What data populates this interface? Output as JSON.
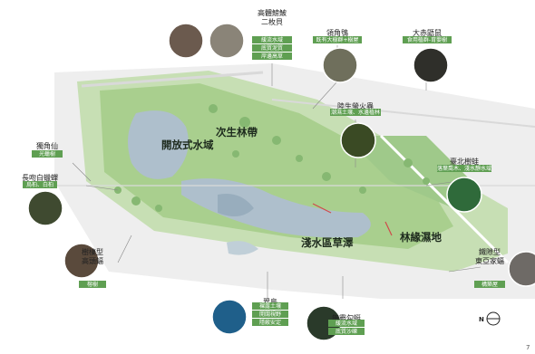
{
  "zones": {
    "open_water": "開放式水域",
    "secondary_forest": "次生林帶",
    "shallow_meadow": "淺水區草澤",
    "forest_wetland": "林緣濕地"
  },
  "species": [
    {
      "id": "heteronotia",
      "name_lines": [
        "高體鰟鮍",
        "二枚貝"
      ],
      "tags": [
        "緩流水域",
        "底質泥質",
        "岸邊高草"
      ],
      "icon": "fish-and-clam-photo"
    },
    {
      "id": "owl",
      "name_lines": [
        "領角鴞"
      ],
      "tags": [
        "既有大樹群+樹屋"
      ],
      "icon": "owl-photo"
    },
    {
      "id": "squirrel",
      "name_lines": [
        "大赤鼯鼠"
      ],
      "tags": [
        "食用植群-育嬰樹"
      ],
      "icon": "flying-squirrel-photo"
    },
    {
      "id": "firefly",
      "name_lines": [
        "陸生螢火蟲"
      ],
      "tags": [
        "潮濕土壤、水邊植林"
      ],
      "icon": "firefly-photo"
    },
    {
      "id": "treefrog",
      "name_lines": [
        "臺北樹蛙"
      ],
      "tags": [
        "落葉喬木、淺水靜水域"
      ],
      "icon": "tree-frog-photo"
    },
    {
      "id": "beetle",
      "name_lines": [
        "獨角仙"
      ],
      "tags": [
        "光蠟樹"
      ],
      "icon": "beetle-photo"
    },
    {
      "id": "cicada",
      "name_lines": [
        "長吻白蠟蟬"
      ],
      "tags": [
        "烏桕、白桕"
      ],
      "icon": "lanternfly-photo"
    },
    {
      "id": "bat",
      "name_lines": [
        "樹棲型",
        "高頭蝠"
      ],
      "tags": [
        "榕樹"
      ],
      "icon": "bat-photo"
    },
    {
      "id": "batlong",
      "name_lines": [
        "鐵隙型",
        "東亞家蝠"
      ],
      "tags": [
        "構築屋"
      ],
      "icon": "house-bat-photo"
    },
    {
      "id": "kingfisher",
      "name_lines": [
        "翠鳥"
      ],
      "tags": [
        "裸露土壤",
        "開闊視野",
        "隱蔽安定"
      ],
      "icon": "kingfisher-photo"
    },
    {
      "id": "damselfly",
      "name_lines": [
        "無霸勾蜓"
      ],
      "tags": [
        "緩流水域",
        "底質沙礫"
      ],
      "icon": "dragonfly-photo"
    }
  ],
  "colors": {
    "tag": "#5f9f52",
    "park_green": "#a9cf8e",
    "water": "#aebfcc",
    "road": "#d9d9d9"
  },
  "compass": "N",
  "page_number": "7"
}
